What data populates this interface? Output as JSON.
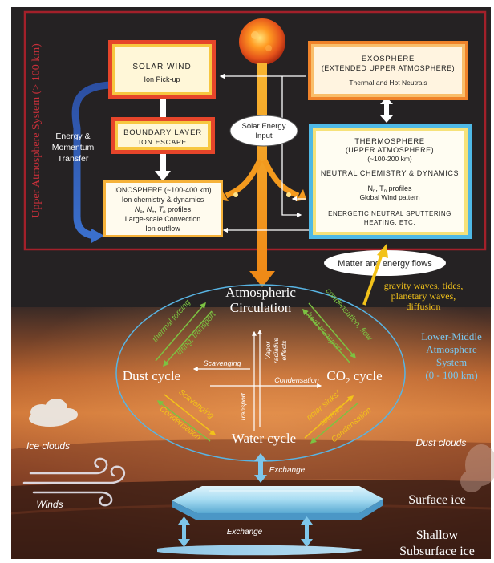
{
  "upper_system_label": "Upper Atmosphere System (> 100 km)",
  "solar_wind": {
    "title": "SOLAR WIND",
    "sub": "Ion Pick-up"
  },
  "exosphere": {
    "title": "EXOSPHERE",
    "title2": "(EXTENDED UPPER ATMOSPHERE)",
    "sub": "Thermal and Hot Neutrals"
  },
  "boundary_layer": {
    "title": "BOUNDARY LAYER",
    "sub": "ION ESCAPE"
  },
  "energy_transfer": {
    "line1": "Energy &",
    "line2": "Momentum",
    "line3": "Transfer"
  },
  "solar_input": {
    "line1": "Solar Energy",
    "line2": "Input"
  },
  "thermosphere": {
    "title": "THERMOSPHERE",
    "title2": "(UPPER ATMOSPHERE)",
    "alt": "(~100-200 km)",
    "section": "NEUTRAL CHEMISTRY & DYNAMICS",
    "profiles_prefix": "N",
    "profiles_sub1": "n",
    "profiles_mid": ", T",
    "profiles_sub2": "n",
    "profiles_suffix": " profiles",
    "wind": "Global Wind pattern",
    "sputter1": "ENERGETIC NEUTRAL SPUTTERING",
    "sputter2": "HEATING, ETC."
  },
  "ionosphere": {
    "title": "IONOSPHERE (~100-400 km)",
    "line2": "Ion chemistry & dynamics",
    "n1": "N",
    "s1": "e",
    "n2": ", N",
    "s2": "+",
    "n3": ", T",
    "s3": "e",
    "n4": " profiles",
    "line4": "Large-scale Convection",
    "line5": "Ion outflow"
  },
  "matter_flows": "Matter and energy flows",
  "waves": {
    "line1": "gravity waves, tides,",
    "line2": "planetary waves,",
    "line3": "diffusion"
  },
  "circulation": {
    "line1": "Atmospheric",
    "line2": "Circulation"
  },
  "dust_cycle": "Dust cycle",
  "co2_cycle": {
    "prefix": "CO",
    "sub": "2",
    "suffix": " cycle"
  },
  "water_cycle": "Water cycle",
  "inner_labels": {
    "scavenging": "Scavenging",
    "condensation": "Condensation",
    "transport": "Transport",
    "vapor1": "Vapor",
    "vapor2": "radiative",
    "vapor3": "effects"
  },
  "arrow_labels": {
    "thermal_forcing": "thermal forcing",
    "lifting_transport": "lifting, transport",
    "condensation_flow": "condensation, flow",
    "heat_transport": "heat transport",
    "scavenging": "Scavenging",
    "condensation_left": "Condensation",
    "polar_sinks1": "polar sinks/",
    "polar_sinks2": "sources",
    "condensation_right": "Condensation"
  },
  "lower_system": {
    "line1": "Lower-Middle",
    "line2": "Atmosphere",
    "line3": "System",
    "line4": "(0 - 100 km)"
  },
  "ice_clouds": "Ice clouds",
  "winds": "Winds",
  "dust_clouds": "Dust clouds",
  "exchange_top": "Exchange",
  "exchange_bottom": "Exchange",
  "surface_ice": "Surface ice",
  "shallow_ice": {
    "line1": "Shallow",
    "line2": "Subsurface ice"
  },
  "colors": {
    "top_bg": "#252223",
    "frame": "#a3202a",
    "upper_label": "#c8303a",
    "green": "#7cc242",
    "yellow": "#f2c21a",
    "orange": "#f39a1e",
    "blue_arrow": "#2f5fb4",
    "lower_label": "#79c6ee",
    "ellipse": "#58b4e3"
  }
}
